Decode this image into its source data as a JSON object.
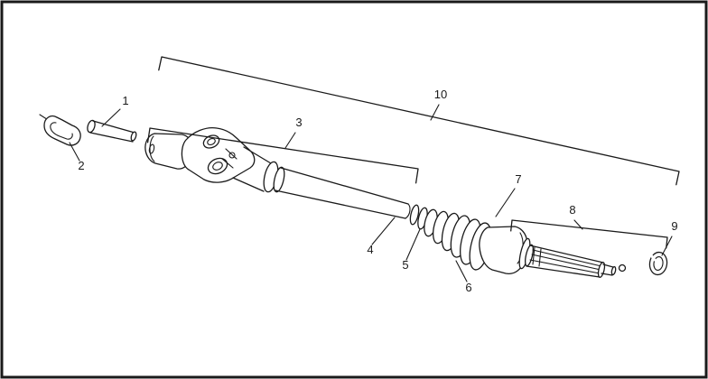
{
  "colors": {
    "line": "#1a1a1a",
    "background": "#ffffff"
  },
  "diagram": {
    "callouts": [
      {
        "label": "1"
      },
      {
        "label": "2"
      },
      {
        "label": "3"
      },
      {
        "label": "4"
      },
      {
        "label": "5"
      },
      {
        "label": "6"
      },
      {
        "label": "7"
      },
      {
        "label": "8"
      },
      {
        "label": "9"
      },
      {
        "label": "10"
      }
    ]
  }
}
